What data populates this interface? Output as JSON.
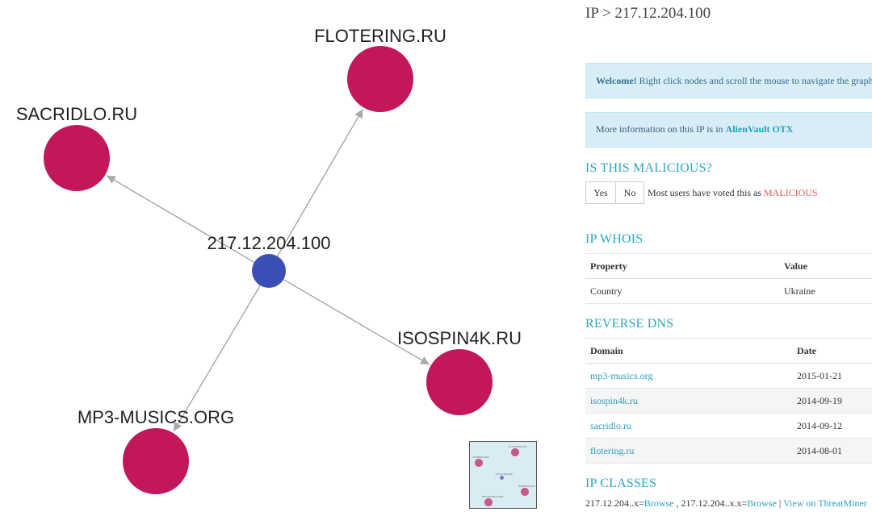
{
  "graph": {
    "center": {
      "label": "217.12.204.100",
      "color": "#3a4fb5"
    },
    "domains": [
      {
        "label": "FLOTERING.RU",
        "color": "#c2185b"
      },
      {
        "label": "SACRIDLO.RU",
        "color": "#c2185b"
      },
      {
        "label": "ISOSPIN4K.RU",
        "color": "#c2185b"
      },
      {
        "label": "MP3-MUSICS.ORG",
        "color": "#c2185b"
      }
    ],
    "edge_color": "#999999"
  },
  "info": {
    "title": "IP > 217.12.204.100",
    "welcome": {
      "strong": "Welcome!",
      "text": " Right click nodes and scroll the mouse to navigate the graph."
    },
    "otx": {
      "text": "More information on this IP is in ",
      "link": "AlienVault OTX"
    },
    "malicious": {
      "heading": "IS THIS MALICIOUS?",
      "yes": "Yes",
      "no": "No",
      "text": "Most users have voted this as ",
      "verdict": "MALICIOUS"
    },
    "whois": {
      "heading": "IP WHOIS",
      "headers": [
        "Property",
        "Value"
      ],
      "rows": [
        [
          "Country",
          "Ukraine"
        ]
      ]
    },
    "dns": {
      "heading": "REVERSE DNS",
      "headers": [
        "Domain",
        "Date"
      ],
      "rows": [
        [
          "mp3-musics.org",
          "2015-01-21"
        ],
        [
          "isospin4k.ru",
          "2014-09-19"
        ],
        [
          "sacridlo.ru",
          "2014-09-12"
        ],
        [
          "flotering.ru",
          "2014-08-01"
        ]
      ]
    },
    "classes": {
      "heading": "IP CLASSES",
      "class1": "217.12.204..x=",
      "browse1": "Browse",
      "sep1": " , ",
      "class2": "217.12.204..x.x=",
      "browse2": "Browse",
      "sep2": " | ",
      "threatminer": "View on ThreatMiner"
    }
  }
}
